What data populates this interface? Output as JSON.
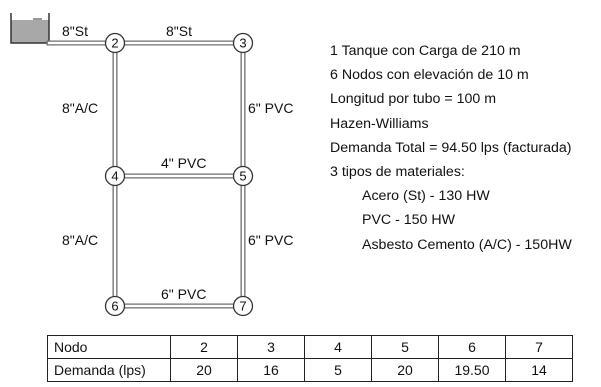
{
  "network": {
    "nodes": [
      {
        "id": "2",
        "label": "2"
      },
      {
        "id": "3",
        "label": "3"
      },
      {
        "id": "4",
        "label": "4"
      },
      {
        "id": "5",
        "label": "5"
      },
      {
        "id": "6",
        "label": "6"
      },
      {
        "id": "7",
        "label": "7"
      }
    ],
    "pipes": [
      {
        "from": "tank",
        "to": "2",
        "label": "8\"St"
      },
      {
        "from": "2",
        "to": "3",
        "label": "8\"St"
      },
      {
        "from": "2",
        "to": "4",
        "label": "8\"A/C"
      },
      {
        "from": "3",
        "to": "5",
        "label": "6\" PVC"
      },
      {
        "from": "4",
        "to": "5",
        "label": "4\" PVC"
      },
      {
        "from": "4",
        "to": "6",
        "label": "8\"A/C"
      },
      {
        "from": "5",
        "to": "7",
        "label": "6\" PVC"
      },
      {
        "from": "6",
        "to": "7",
        "label": "6\" PVC"
      }
    ],
    "colors": {
      "pipe": "#6e6e6e",
      "tank_water": "#a8a8a8",
      "node_stroke": "#333333"
    }
  },
  "info": [
    "1 Tanque con Carga de 210 m",
    "6 Nodos con elevación de 10 m",
    "Longitud por tubo = 100 m",
    "Hazen-Williams",
    "Demanda Total = 94.50 lps (facturada)",
    "3 tipos de materiales:",
    "Acero (St) - 130 HW",
    "PVC - 150 HW",
    "Asbesto Cemento (A/C) - 150HW"
  ],
  "table": {
    "row_headers": [
      "Nodo",
      "Demanda (lps)"
    ],
    "nodes": [
      "2",
      "3",
      "4",
      "5",
      "6",
      "7"
    ],
    "demands": [
      "20",
      "16",
      "5",
      "20",
      "19.50",
      "14"
    ]
  }
}
